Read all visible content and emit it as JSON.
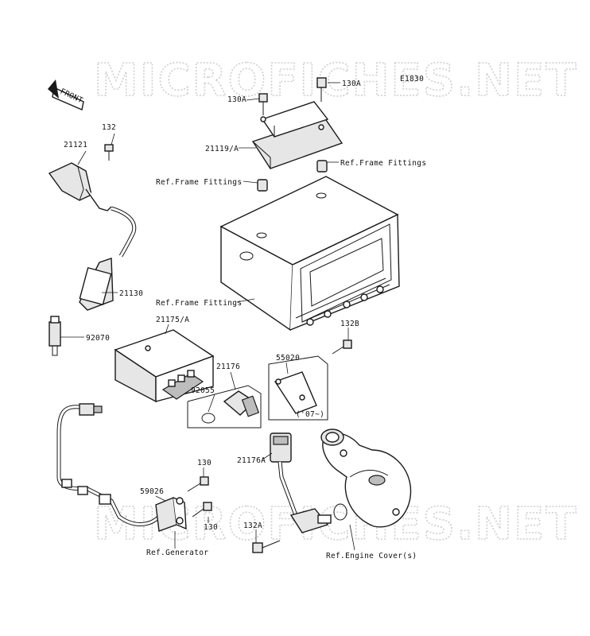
{
  "diagram_code": "E1830",
  "watermark": "MICROFICHES.NET",
  "front_label": "FRONT",
  "labels": {
    "p132": "132",
    "p21121": "21121",
    "p21130": "21130",
    "p92070": "92070",
    "p130a_left": "130A",
    "p130a_right": "130A",
    "p21119a": "21119/A",
    "ref_frame_right": "Ref.Frame Fittings",
    "ref_frame_left": "Ref.Frame Fittings",
    "ref_frame_bottom": "Ref.Frame Fittings",
    "p21175a": "21175/A",
    "p132b": "132B",
    "p55020": "55020",
    "p21176": "21176",
    "p92055": "92055",
    "note_07": "('07~)",
    "p130_top": "130",
    "p130_bottom": "130",
    "p59026": "59026",
    "p21176a": "21176A",
    "p132a": "132A",
    "ref_generator": "Ref.Generator",
    "ref_engine_cover": "Ref.Engine Cover(s)"
  }
}
